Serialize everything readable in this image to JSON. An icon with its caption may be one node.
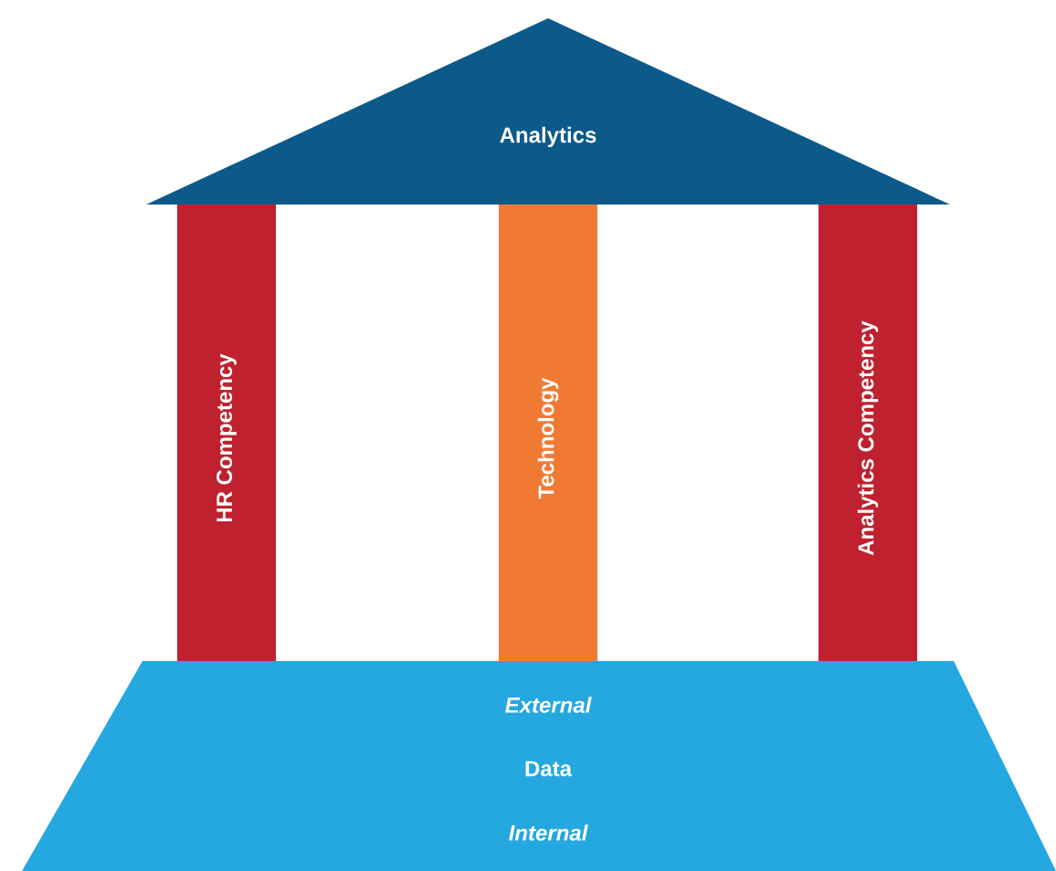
{
  "diagram": {
    "nodes": [
      {
        "text": [
          "Analytics"
        ]
      },
      {
        "text": [
          "HR Competency"
        ]
      },
      {
        "text": [
          "Technology"
        ]
      },
      {
        "text": [
          "Analytics Competency"
        ]
      },
      {
        "text": [
          "External",
          "Data",
          "Internal"
        ]
      }
    ]
  }
}
